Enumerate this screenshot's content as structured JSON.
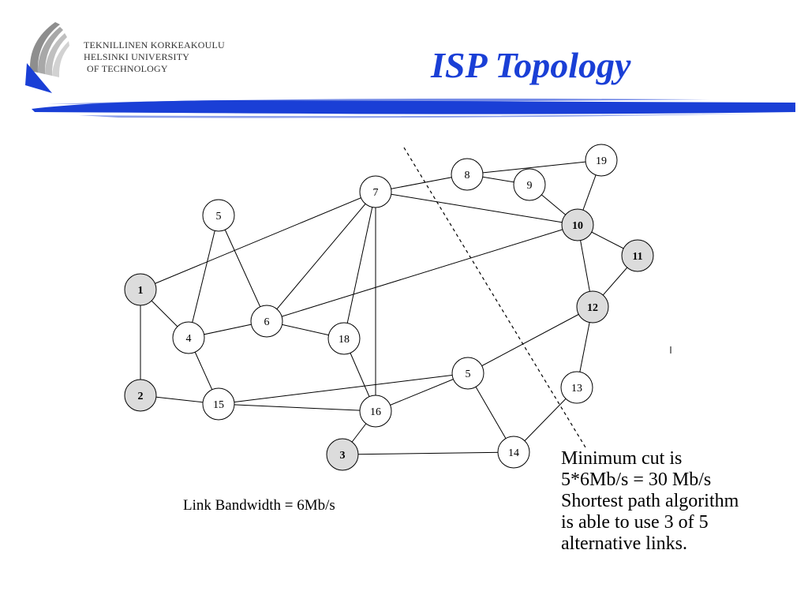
{
  "header": {
    "institution_lines": [
      "TEKNILLINEN KORKEAKOULU",
      "HELSINKI UNIVERSITY",
      "OF TECHNOLOGY"
    ],
    "title": "ISP Topology",
    "title_color": "#1a3fd6",
    "bar_color": "#1a3fd6"
  },
  "diagram": {
    "node_fill": "#ffffff",
    "highlight_fill": "#dcdcdc",
    "nodes": [
      {
        "id": "n1",
        "label": "1",
        "highlight": true
      },
      {
        "id": "n2",
        "label": "2",
        "highlight": true
      },
      {
        "id": "n3",
        "label": "3",
        "highlight": true
      },
      {
        "id": "n4",
        "label": "4",
        "highlight": false
      },
      {
        "id": "n5a",
        "label": "5",
        "highlight": false
      },
      {
        "id": "n5b",
        "label": "5",
        "highlight": false
      },
      {
        "id": "n6",
        "label": "6",
        "highlight": false
      },
      {
        "id": "n7",
        "label": "7",
        "highlight": false
      },
      {
        "id": "n8",
        "label": "8",
        "highlight": false
      },
      {
        "id": "n9",
        "label": "9",
        "highlight": false
      },
      {
        "id": "n10",
        "label": "10",
        "highlight": true
      },
      {
        "id": "n11",
        "label": "11",
        "highlight": true
      },
      {
        "id": "n12",
        "label": "12",
        "highlight": true
      },
      {
        "id": "n13",
        "label": "13",
        "highlight": false
      },
      {
        "id": "n14",
        "label": "14",
        "highlight": false
      },
      {
        "id": "n15",
        "label": "15",
        "highlight": false
      },
      {
        "id": "n16",
        "label": "16",
        "highlight": false
      },
      {
        "id": "n18",
        "label": "18",
        "highlight": false
      },
      {
        "id": "n19",
        "label": "19",
        "highlight": false
      }
    ],
    "edges": [
      [
        "n1",
        "n2"
      ],
      [
        "n1",
        "n4"
      ],
      [
        "n1",
        "n7"
      ],
      [
        "n2",
        "n15"
      ],
      [
        "n4",
        "n5a"
      ],
      [
        "n4",
        "n6"
      ],
      [
        "n4",
        "n15"
      ],
      [
        "n5a",
        "n6"
      ],
      [
        "n6",
        "n7"
      ],
      [
        "n6",
        "n10"
      ],
      [
        "n6",
        "n18"
      ],
      [
        "n7",
        "n8"
      ],
      [
        "n7",
        "n10"
      ],
      [
        "n7",
        "n16"
      ],
      [
        "n7",
        "n18"
      ],
      [
        "n8",
        "n9"
      ],
      [
        "n8",
        "n19"
      ],
      [
        "n9",
        "n10"
      ],
      [
        "n10",
        "n19"
      ],
      [
        "n10",
        "n11"
      ],
      [
        "n10",
        "n12"
      ],
      [
        "n11",
        "n12"
      ],
      [
        "n12",
        "n13"
      ],
      [
        "n12",
        "n5b"
      ],
      [
        "n13",
        "n14"
      ],
      [
        "n14",
        "n3"
      ],
      [
        "n14",
        "n5b"
      ],
      [
        "n15",
        "n5b"
      ],
      [
        "n15",
        "n16"
      ],
      [
        "n16",
        "n3"
      ],
      [
        "n16",
        "n5b"
      ],
      [
        "n16",
        "n18"
      ]
    ]
  },
  "bandwidth_label": "Link Bandwidth = 6Mb/s",
  "notes": [
    "Minimum cut is",
    "5*6Mb/s = 30 Mb/s",
    "Shortest path algorithm",
    "is able to use 3 of 5",
    "alternative links."
  ]
}
